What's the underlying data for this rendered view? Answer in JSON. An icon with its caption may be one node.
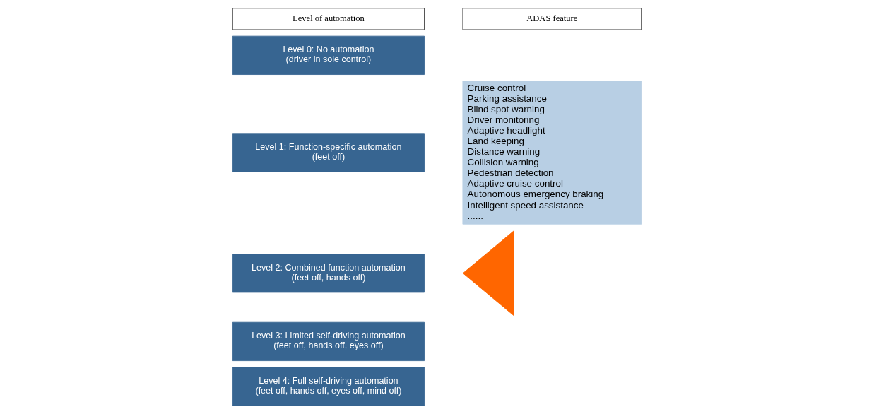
{
  "diagram": {
    "nodes": [
      {
        "text": [
          "Level of automation"
        ]
      },
      {
        "text": [
          "Level 0: No automation",
          "(driver in sole control)"
        ]
      },
      {
        "text": [
          "Level 1: Function-specific automation",
          "(feet off)"
        ]
      },
      {
        "text": [
          "Level 2: Combined function automation",
          "(feet off, hands off)"
        ]
      },
      {
        "text": [
          "Level 3: Limited self-driving automation",
          "(feet off, hands off, eyes off)"
        ]
      },
      {
        "text": [
          "Level 4: Full self-driving automation",
          "(feet off, hands off, eyes off, mind off)"
        ]
      },
      {
        "text": [],
        "shape": "triangle"
      },
      {
        "text": [
          "ADAS feature"
        ]
      },
      {
        "text": [
          "Cruise control",
          "Parking assistance",
          "Blind spot warning",
          "Driver monitoring",
          "Adaptive headlight",
          "Land keeping",
          "Distance warning",
          "Collision warning",
          "Pedestrian detection",
          "Adaptive cruise control",
          "Autonomous emergency braking",
          "Intelligent speed assistance",
          "......"
        ]
      }
    ]
  }
}
